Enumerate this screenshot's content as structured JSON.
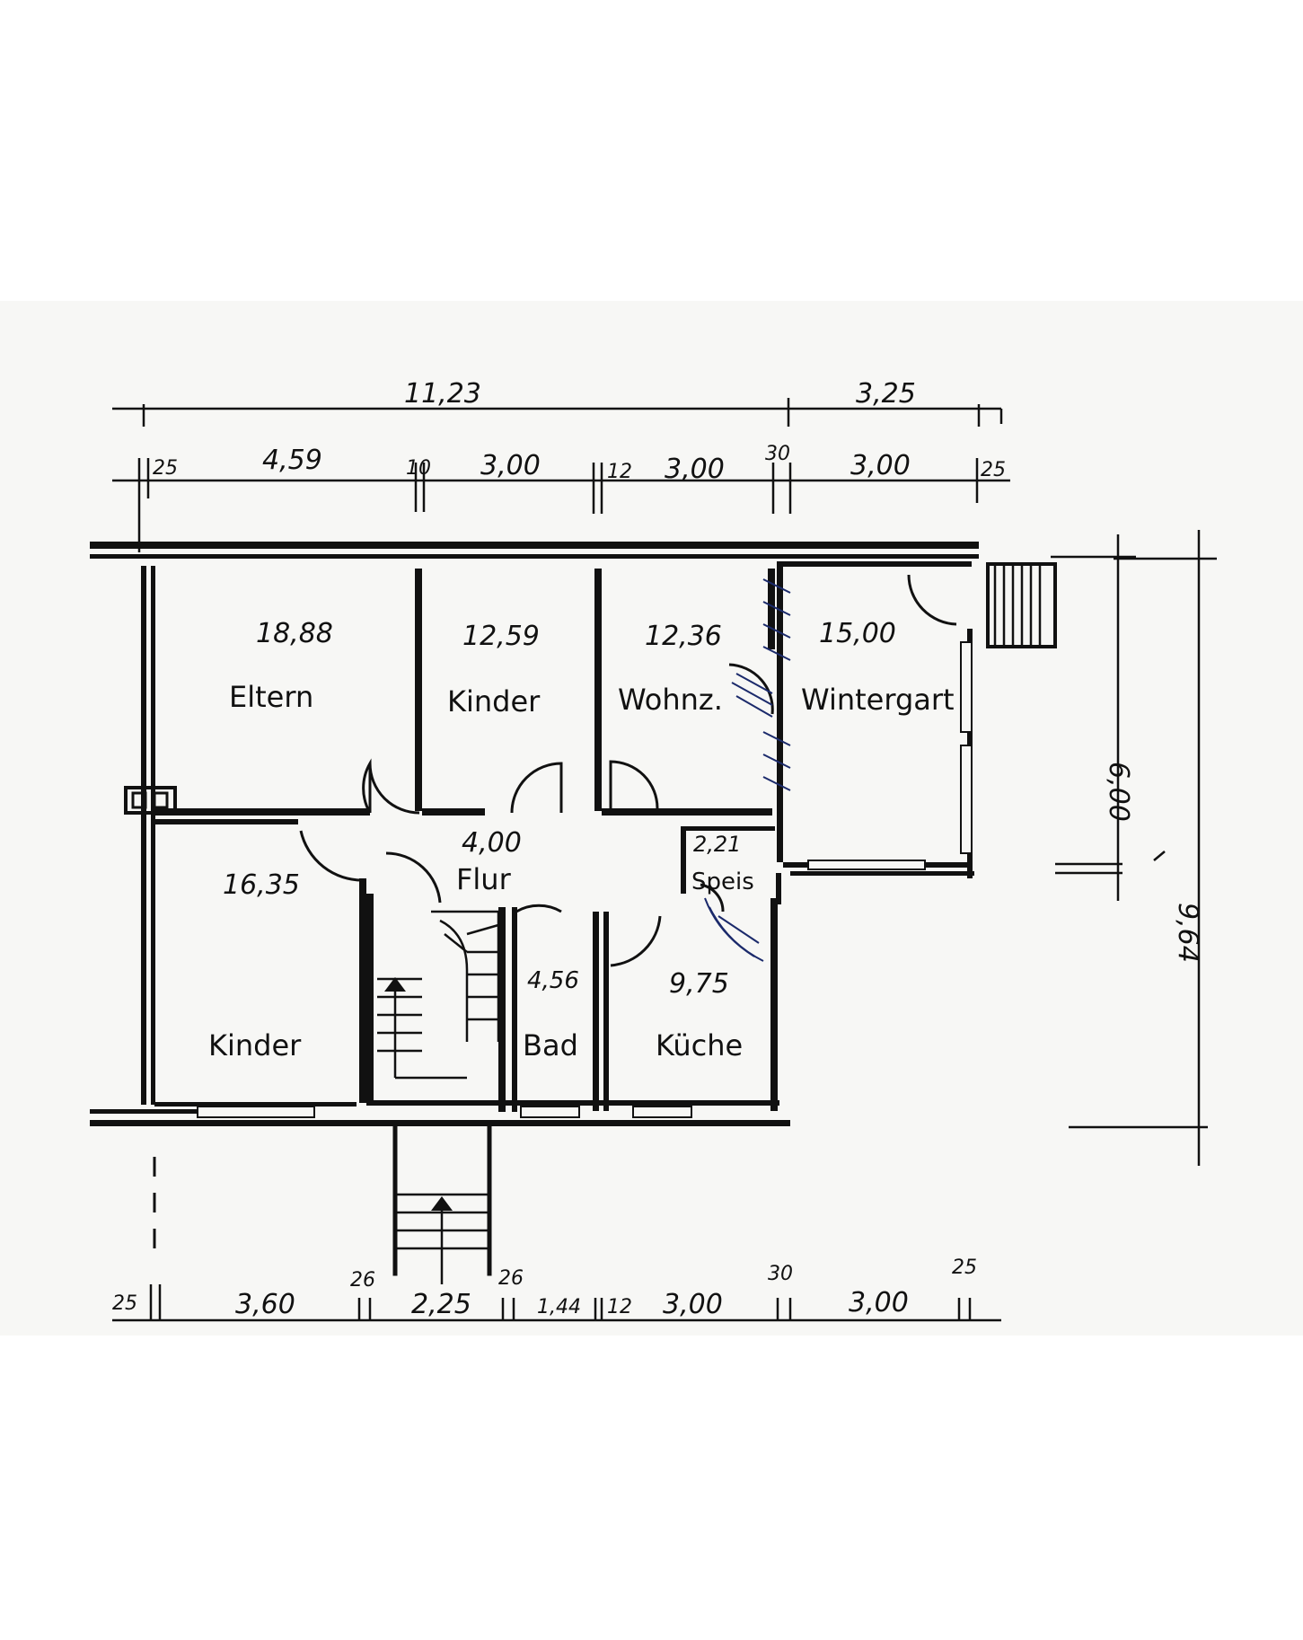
{
  "dimensions": {
    "top_total_left": "11,23",
    "top_total_right": "3,25",
    "top_segments": [
      "25",
      "4,59",
      "10",
      "3,00",
      "12",
      "3,00",
      "30",
      "3,00",
      "25"
    ],
    "bottom_segments": [
      "25",
      "3,60",
      "26",
      "2,25",
      "26",
      "1,44",
      "12",
      "3,00",
      "30",
      "3,00",
      "25"
    ],
    "right_inner": "6,00",
    "right_outer": "9,64"
  },
  "rooms": [
    {
      "id": "eltern",
      "area": "18,88",
      "name": "Eltern"
    },
    {
      "id": "kinder-top",
      "area": "12,59",
      "name": "Kinder"
    },
    {
      "id": "wohnz",
      "area": "12,36",
      "name": "Wohnz."
    },
    {
      "id": "wintergarten",
      "area": "15,00",
      "name": "Wintergart"
    },
    {
      "id": "flur",
      "area": "4,00",
      "name": "Flur"
    },
    {
      "id": "speis",
      "area": "2,21",
      "name": "Speis"
    },
    {
      "id": "kinder-bottom",
      "area": "16,35",
      "name": "Kinder"
    },
    {
      "id": "bad",
      "area": "4,56",
      "name": "Bad"
    },
    {
      "id": "kueche",
      "area": "9,75",
      "name": "Küche"
    }
  ]
}
